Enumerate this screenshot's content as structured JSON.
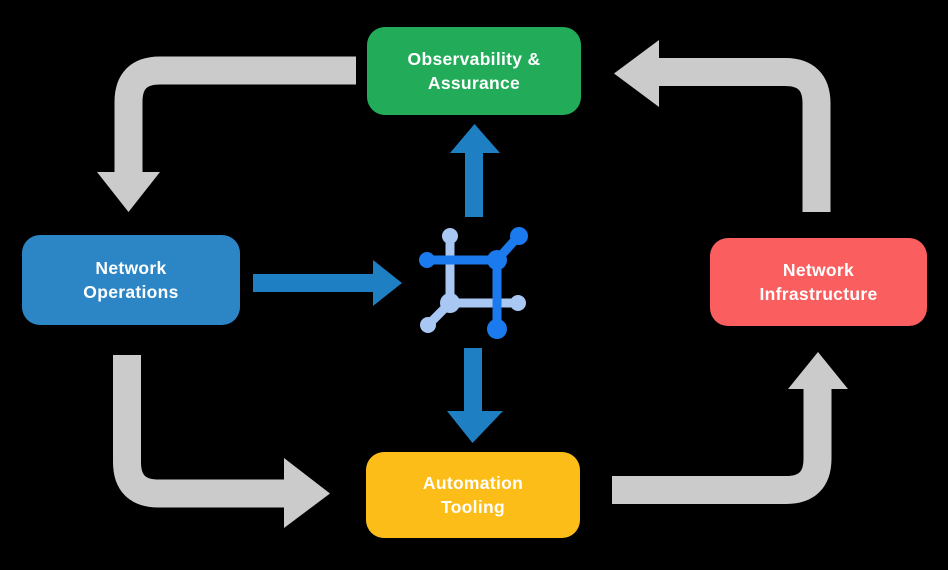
{
  "background_color": "#000000",
  "diagram": {
    "nodes": [
      {
        "id": "observability-assurance",
        "line1": "Observability &",
        "line2": "Assurance",
        "color": "#22AC5A",
        "text_color": "#FFFFFF"
      },
      {
        "id": "network-operations",
        "line1": "Network",
        "line2": "Operations",
        "color": "#2C86C6",
        "text_color": "#FFFFFF"
      },
      {
        "id": "network-infrastructure",
        "line1": "Network",
        "line2": "Infrastructure",
        "color": "#FA5E5E",
        "text_color": "#FFFFFF"
      },
      {
        "id": "automation-tooling",
        "line1": "Automation",
        "line2": "Tooling",
        "color": "#FCBD18",
        "text_color": "#FFFFFF"
      }
    ],
    "cycle_arrows": [
      {
        "from": "observability-assurance",
        "to": "network-operations",
        "shape": "elbow-down",
        "color": "#CBCBCB"
      },
      {
        "from": "network-operations",
        "to": "automation-tooling",
        "shape": "elbow-right",
        "color": "#CBCBCB"
      },
      {
        "from": "automation-tooling",
        "to": "network-infrastructure",
        "shape": "elbow-up",
        "color": "#CBCBCB"
      },
      {
        "from": "network-infrastructure",
        "to": "observability-assurance",
        "shape": "elbow-left",
        "color": "#CBCBCB"
      }
    ],
    "center_arrows": [
      {
        "from": "network-operations",
        "to": "center-icon",
        "direction": "right",
        "color": "#1F7FC3"
      },
      {
        "from": "center-icon",
        "to": "observability-assurance",
        "direction": "up",
        "color": "#1F7FC3"
      },
      {
        "from": "center-icon",
        "to": "automation-tooling",
        "direction": "down",
        "color": "#1F7FC3"
      }
    ],
    "center_icon": {
      "name": "network-mesh-icon",
      "dark_color": "#1B7AEE",
      "light_color": "#A8C7F3"
    }
  }
}
